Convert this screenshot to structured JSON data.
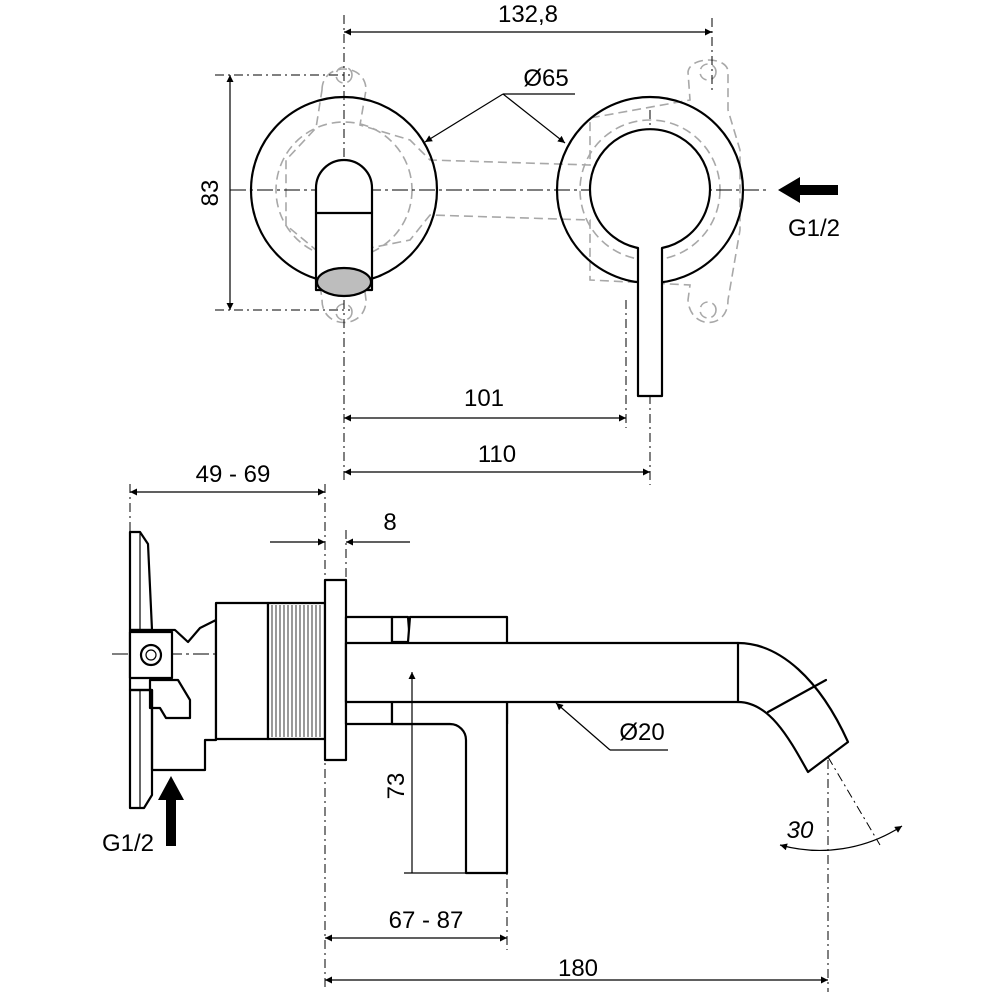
{
  "dimensions": {
    "top_width": "132,8",
    "rosette_diameter": "Ø65",
    "height": "83",
    "lever_offset": "101",
    "spout_offset": "110",
    "inlet_top": "G1/2",
    "wall_depth": "49 - 69",
    "plate_thickness": "8",
    "lever_length": "73",
    "lever_projection": "67 - 87",
    "spout_diameter": "Ø20",
    "spout_angle": "30",
    "spout_projection": "180",
    "inlet_bottom": "G1/2"
  }
}
